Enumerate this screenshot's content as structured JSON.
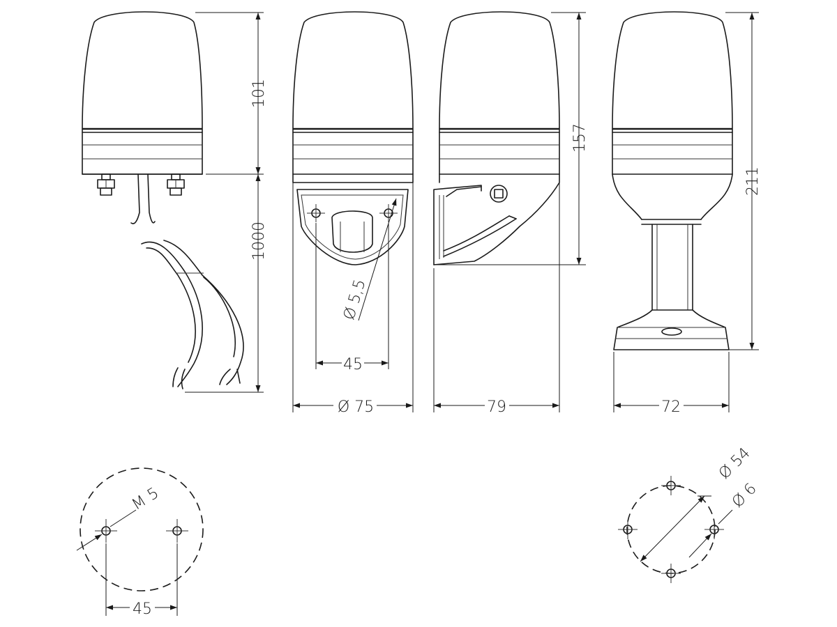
{
  "dimensions": {
    "lens_height": "101",
    "cable_length": "1000",
    "hole_diameter": "Ø 5,5",
    "bracket_hole_spacing": "45",
    "diameter_body": "Ø 75",
    "bracket_depth": "79",
    "bracket_height": "157",
    "tube_height": "211",
    "base_width": "72",
    "thread_size": "M 5",
    "bolt_spacing": "45",
    "pitch_circle": "Ø 54",
    "hole_circle": "Ø 6"
  }
}
